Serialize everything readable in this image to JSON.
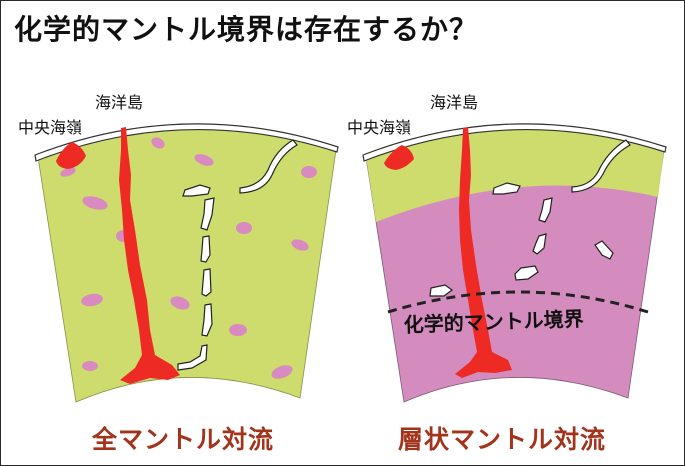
{
  "title": "化学的マントル境界は存在するか？",
  "left_panel": {
    "label_ridge": "中央海嶺",
    "label_island": "海洋島",
    "caption": "全マントル対流"
  },
  "right_panel": {
    "label_ridge": "中央海嶺",
    "label_island": "海洋島",
    "boundary_label": "化学的マントル境界",
    "caption": "層状マントル対流"
  },
  "colors": {
    "upper_mantle": "#cddc6c",
    "lower_mantle_layer": "#d48bbe",
    "blob": "#d98ac0",
    "plume": "#ee2a24",
    "slab": "#ffffff",
    "caption": "#a3341c"
  }
}
